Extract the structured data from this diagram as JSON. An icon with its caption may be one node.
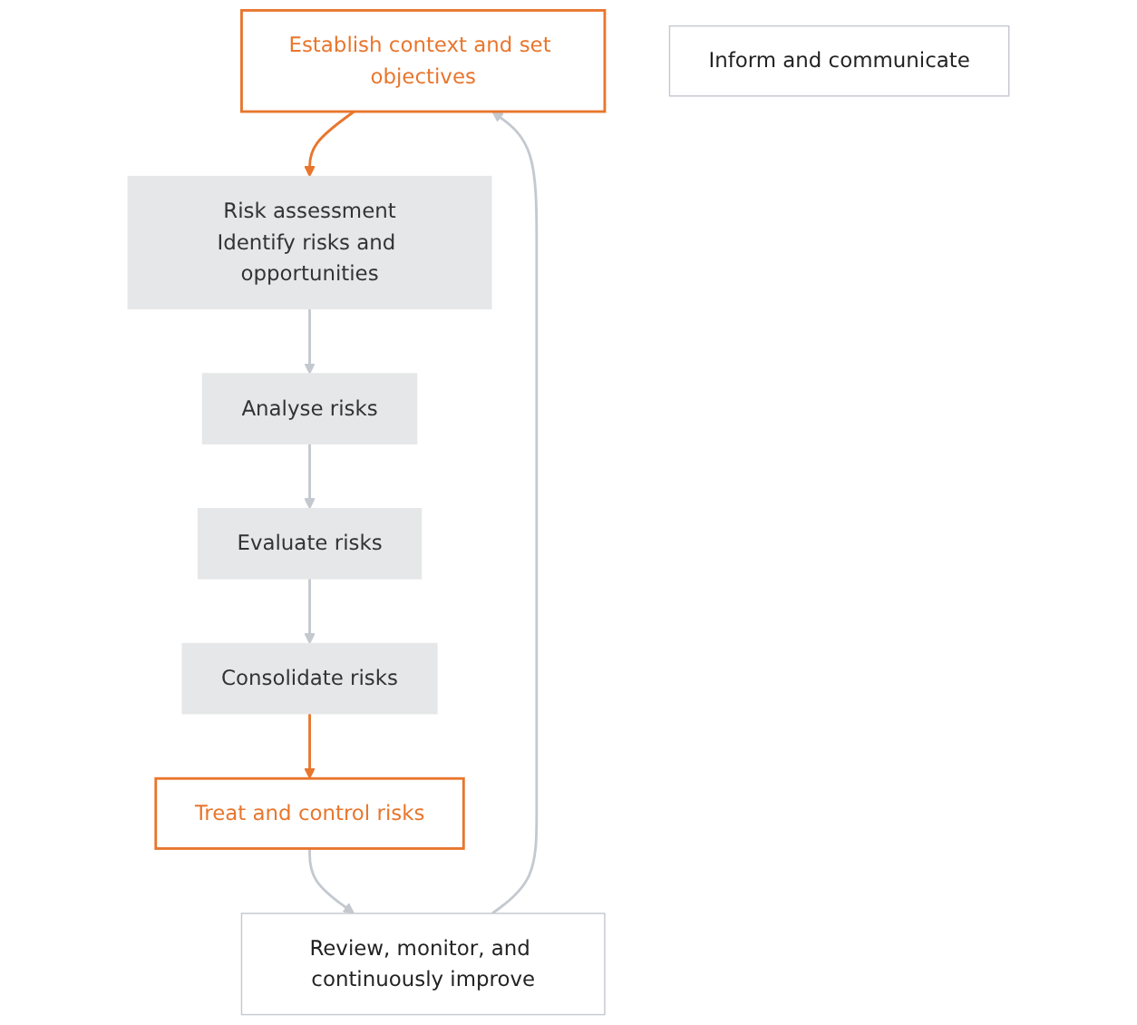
{
  "diagram": {
    "nodes": [
      {
        "text": [
          "Establish context and set objectives"
        ]
      },
      {
        "text": [
          "Risk assessment",
          "Identify risks and opportunities"
        ]
      },
      {
        "text": [
          "Analyse risks"
        ]
      },
      {
        "text": [
          "Evaluate risks"
        ]
      },
      {
        "text": [
          "Consolidate risks"
        ]
      },
      {
        "text": [
          "Treat and control risks"
        ]
      },
      {
        "text": [
          "Inform and communicate"
        ]
      },
      {
        "text": [
          "Review, monitor, and continuously improve"
        ]
      }
    ],
    "edges": [
      {
        "from": 0,
        "to": 1,
        "arrow": "to",
        "color": "#e8762d"
      },
      {
        "from": 1,
        "to": 2,
        "arrow": "to"
      },
      {
        "from": 2,
        "to": 3,
        "arrow": "to"
      },
      {
        "from": 3,
        "to": 4,
        "arrow": "to"
      },
      {
        "from": 4,
        "to": 5,
        "arrow": "to",
        "color": "#e8762d"
      },
      {
        "from": 5,
        "to": 7,
        "arrow": "to"
      },
      {
        "from": 7,
        "to": 0,
        "arrow": "to"
      }
    ]
  }
}
